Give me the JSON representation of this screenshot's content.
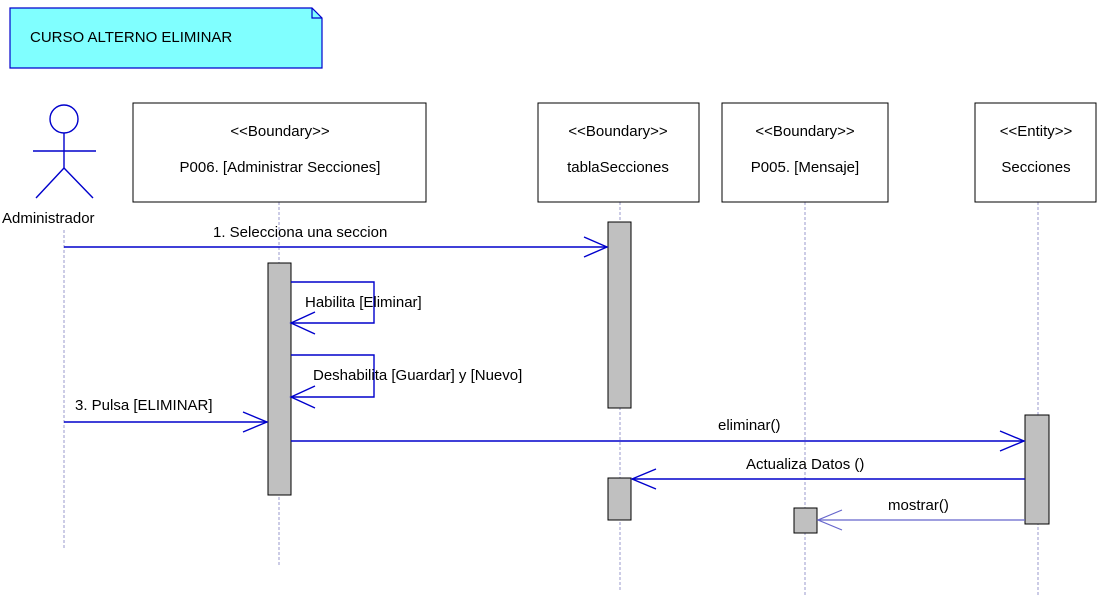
{
  "diagram": {
    "title": "CURSO ALTERNO ELIMINAR",
    "actor": {
      "name": "Administrador"
    },
    "lifelines": [
      {
        "stereotype": "<<Boundary>>",
        "name": "P006. [Administrar Secciones]"
      },
      {
        "stereotype": "<<Boundary>>",
        "name": "tablaSecciones"
      },
      {
        "stereotype": "<<Boundary>>",
        "name": "P005. [Mensaje]"
      },
      {
        "stereotype": "<<Entity>>",
        "name": "Secciones"
      }
    ],
    "messages": [
      {
        "label": "1.  Selecciona una seccion"
      },
      {
        "label": "Habilita [Eliminar]"
      },
      {
        "label": "Deshabilita [Guardar] y [Nuevo]"
      },
      {
        "label": "3. Pulsa [ELIMINAR]"
      },
      {
        "label": "eliminar()"
      },
      {
        "label": "Actualiza Datos ()"
      },
      {
        "label": "mostrar()"
      }
    ],
    "colors": {
      "note_fill": "#80ffff",
      "message_line": "#0000cc",
      "lifeline": "#9999cc",
      "activation_fill": "#c0c0c0",
      "box_stroke": "#000000"
    }
  }
}
